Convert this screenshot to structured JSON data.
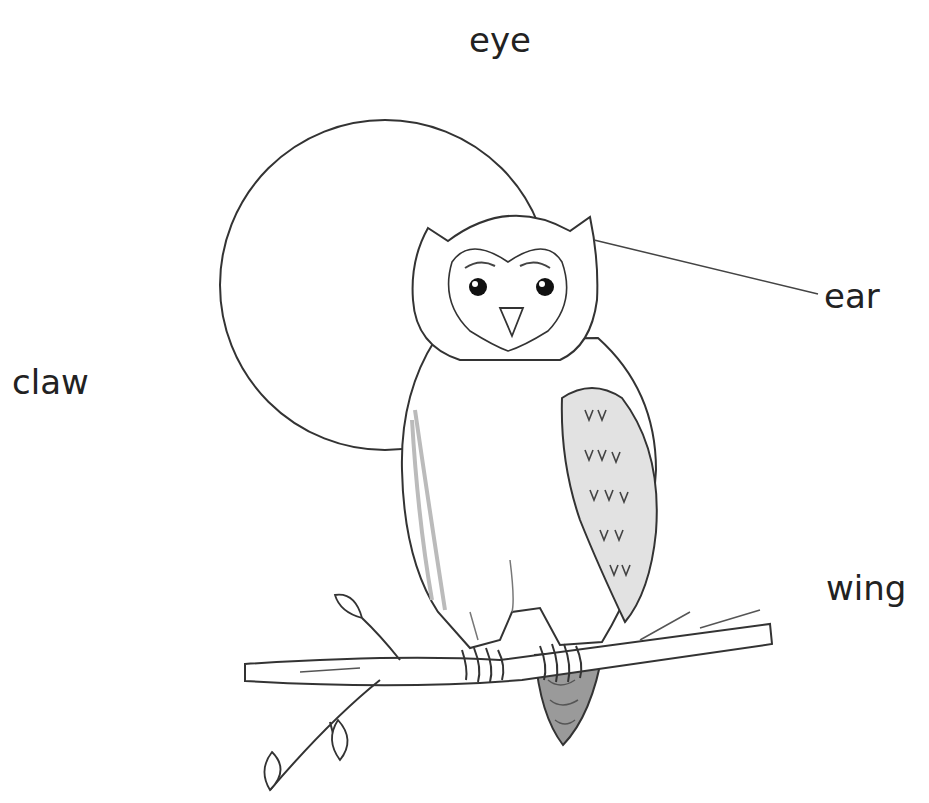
{
  "diagram": {
    "labels": [
      "eye",
      "ear",
      "claw",
      "wing"
    ]
  }
}
